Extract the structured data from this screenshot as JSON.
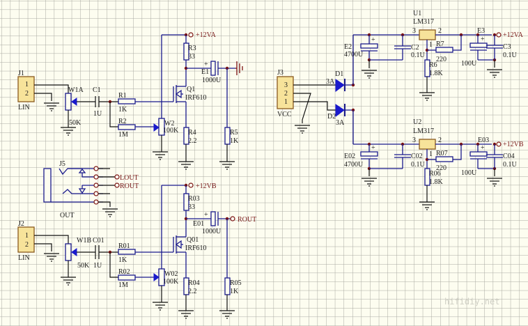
{
  "schematic": {
    "watermark": "hifidiy.net",
    "colors": {
      "background": "#fdfdf0",
      "grid": "#a8a8a0",
      "wire": "#1a1a8c",
      "junction": "#7a1010",
      "header": "#f7e39a",
      "net_label": "#7a1a1a"
    },
    "channel_a": {
      "j1": {
        "ref": "J1",
        "value": "LIN",
        "pins": [
          "1",
          "2"
        ]
      },
      "w1a": {
        "ref": "W1A",
        "value": "50K"
      },
      "c1": {
        "ref": "C1",
        "value": "1U"
      },
      "r1": {
        "ref": "R1",
        "value": "1K"
      },
      "r2": {
        "ref": "R2",
        "value": "1M"
      },
      "w2": {
        "ref": "W2",
        "value": "100K"
      },
      "q1": {
        "ref": "Q1",
        "value": "IRF610"
      },
      "r3": {
        "ref": "R3",
        "value": "33"
      },
      "r4": {
        "ref": "R4",
        "value": "2.2"
      },
      "r5": {
        "ref": "R5",
        "value": "1K"
      },
      "e1": {
        "ref": "E1",
        "value": "1000U",
        "polarity": "+"
      },
      "supply": "+12VA"
    },
    "output_jack": {
      "ref": "J5",
      "value": "OUT",
      "lout": "LOUT",
      "rout": "ROUT"
    },
    "channel_b": {
      "j2": {
        "ref": "J2",
        "value": "LIN",
        "pins": [
          "1",
          "2"
        ]
      },
      "w1b": {
        "ref": "W1B",
        "value": "50K"
      },
      "c01": {
        "ref": "C01",
        "value": "1U"
      },
      "r01": {
        "ref": "R01",
        "value": "1K"
      },
      "r02": {
        "ref": "R02",
        "value": "1M"
      },
      "w02": {
        "ref": "W02",
        "value": "100K"
      },
      "q01": {
        "ref": "Q01",
        "value": "IRF610"
      },
      "r03": {
        "ref": "R03",
        "value": "33"
      },
      "r04": {
        "ref": "R04",
        "value": "2.2"
      },
      "r05": {
        "ref": "R05",
        "value": "1K"
      },
      "e01": {
        "ref": "E01",
        "value": "1000U",
        "polarity": "+"
      },
      "supply": "+12VB",
      "out": "ROUT"
    },
    "power_input": {
      "j3": {
        "ref": "J3",
        "value": "VCC",
        "pins": [
          "3",
          "2",
          "1"
        ]
      },
      "d1": {
        "ref": "D1",
        "value": "3A"
      },
      "d2": {
        "ref": "D2",
        "value": "3A"
      }
    },
    "regulator_a": {
      "u1": {
        "ref": "U1",
        "value": "LM317",
        "pins": {
          "in": "3",
          "out": "2",
          "adj": "1"
        }
      },
      "e2": {
        "ref": "E2",
        "value": "4700U",
        "polarity": "+"
      },
      "c2": {
        "ref": "C2",
        "value": "0.1U"
      },
      "r7": {
        "ref": "R7",
        "value": "220"
      },
      "r6": {
        "ref": "R6",
        "value": "1.8K"
      },
      "e3": {
        "ref": "E3",
        "value": "100U",
        "polarity": "+"
      },
      "c3": {
        "ref": "C3",
        "value": "0.1U"
      },
      "out": "+12VA"
    },
    "regulator_b": {
      "u2": {
        "ref": "U2",
        "value": "LM317",
        "pins": {
          "in": "3",
          "out": "2",
          "adj": "1"
        }
      },
      "e02": {
        "ref": "E02",
        "value": "4700U",
        "polarity": "+"
      },
      "c02": {
        "ref": "C02",
        "value": "0.1U"
      },
      "r07": {
        "ref": "R07",
        "value": "220"
      },
      "r06": {
        "ref": "R06",
        "value": "1.8K"
      },
      "e03": {
        "ref": "E03",
        "value": "100U",
        "polarity": "+"
      },
      "c04": {
        "ref": "C04",
        "value": "0.1U"
      },
      "out": "+12VB"
    }
  }
}
